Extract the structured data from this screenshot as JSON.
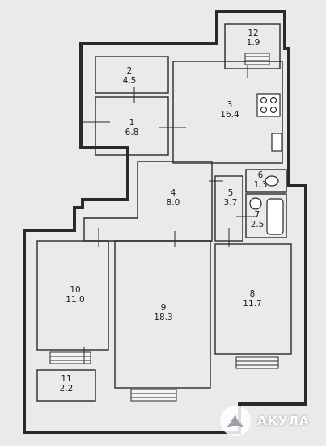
{
  "rooms": [
    {
      "id": "12",
      "number": "12",
      "area": "1.9"
    },
    {
      "id": "2",
      "number": "2",
      "area": "4.5"
    },
    {
      "id": "3",
      "number": "3",
      "area": "16.4"
    },
    {
      "id": "1",
      "number": "1",
      "area": "6.8"
    },
    {
      "id": "4",
      "number": "4",
      "area": "8.0"
    },
    {
      "id": "5",
      "number": "5",
      "area": "3.7"
    },
    {
      "id": "6",
      "number": "6",
      "area": "1.3"
    },
    {
      "id": "7",
      "number": "7",
      "area": "2.5"
    },
    {
      "id": "10",
      "number": "10",
      "area": "11.0"
    },
    {
      "id": "9",
      "number": "9",
      "area": "18.3"
    },
    {
      "id": "8",
      "number": "8",
      "area": "11.7"
    },
    {
      "id": "11",
      "number": "11",
      "area": "2.2"
    }
  ],
  "watermark": {
    "brand": "АКУЛА"
  },
  "colors": {
    "background": "#e9eaec",
    "line": "#2a2a2a"
  }
}
